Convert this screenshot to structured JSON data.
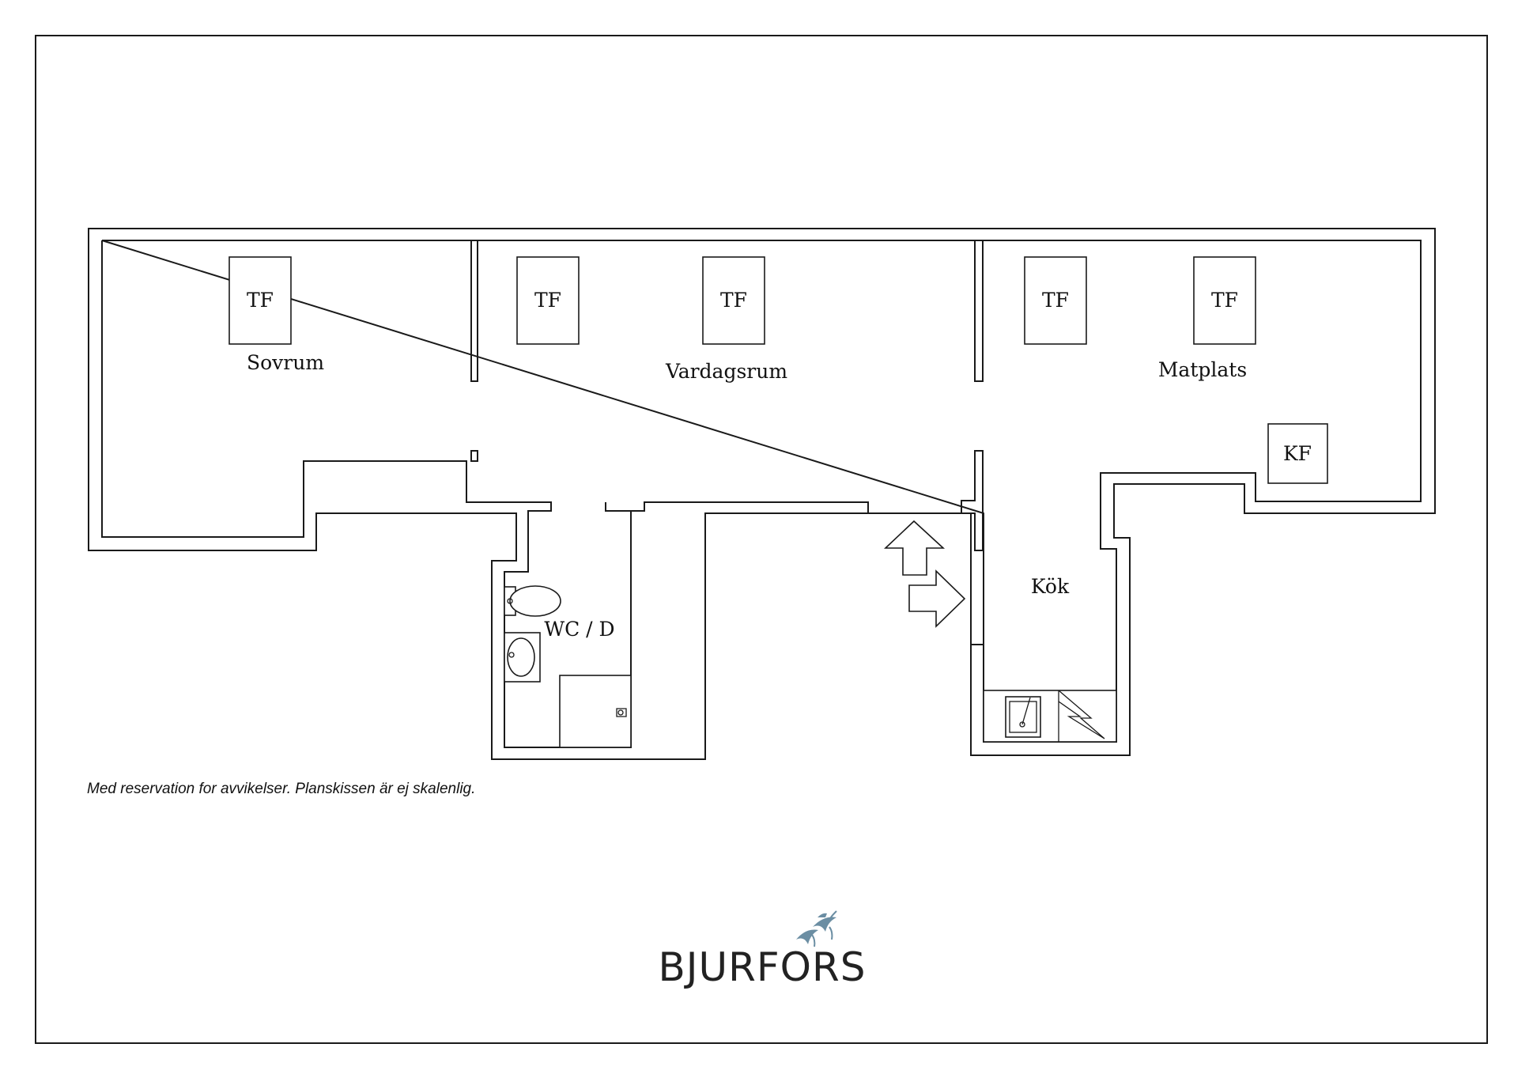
{
  "rooms": {
    "sovrum": "Sovrum",
    "vardagsrum": "Vardagsrum",
    "matplats": "Matplats",
    "kok": "Kök",
    "wc": "WC / D"
  },
  "markers": {
    "tf": "TF",
    "kf": "KF"
  },
  "disclaimer": "Med reservation for avvikelser. Planskissen är ej skalenlig.",
  "logo": {
    "text": "BJURFORS",
    "color": "#6b8ea3"
  },
  "colors": {
    "wall": "#1a1a1a",
    "frame": "#1a1a1a"
  }
}
